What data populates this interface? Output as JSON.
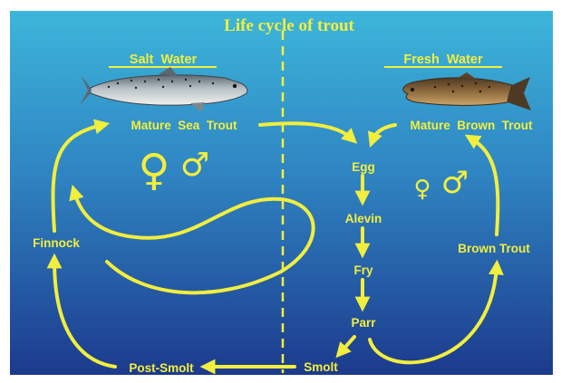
{
  "title": "Life cycle of trout",
  "headers": {
    "salt": "Salt  Water",
    "fresh": "Fresh  Water"
  },
  "stages": {
    "mature_sea_trout": "Mature  Sea  Trout",
    "mature_brown_trout": "Mature  Brown  Trout",
    "egg": "Egg",
    "alevin": "Alevin",
    "fry": "Fry",
    "parr": "Parr",
    "smolt": "Smolt",
    "post_smolt": "Post-Smolt",
    "finnock": "Finnock",
    "brown_trout": "Brown Trout"
  },
  "symbols": {
    "female": "♀",
    "male": "♂"
  },
  "colors": {
    "text_and_arrows": "#f2ee3e",
    "background_top": "#39b3d8",
    "background_bottom": "#1d3c8e"
  }
}
